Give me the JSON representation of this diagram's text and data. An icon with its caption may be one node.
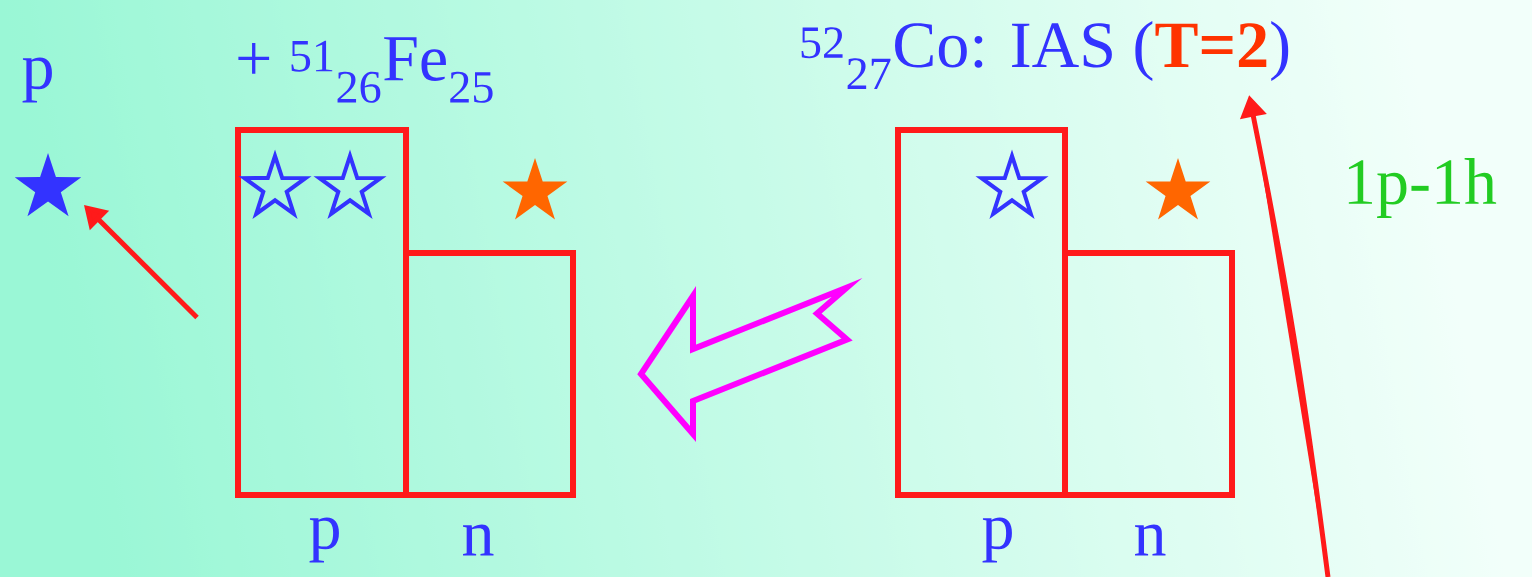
{
  "diagram": {
    "nodes": [
      {
        "text": [],
        "shape": "box",
        "beside": [
          "p"
        ]
      },
      {
        "text": [],
        "shape": "box",
        "beside": [
          "n"
        ]
      },
      {
        "text": [],
        "shape": "box",
        "beside": [
          "p"
        ]
      },
      {
        "text": [],
        "shape": "box",
        "beside": [
          "n"
        ]
      },
      {
        "text": [],
        "shape": "star",
        "beside": [
          "p"
        ]
      },
      {
        "text": [
          "$^{52}$$_{27}$Co: IAS (**T=2**)"
        ]
      }
    ],
    "edges": [
      {
        "from": 0,
        "to": 4,
        "arrow": "to"
      },
      {
        "from": 2,
        "to": 1,
        "arrow": "to",
        "color": "#ff00ff",
        "style": "thick"
      },
      {
        "from": null,
        "to": 5,
        "arrow": "to",
        "label": "1p-1h"
      }
    ],
    "labels": [
      "+ $^{51}$$_{26}$Fe$_{25}$"
    ]
  }
}
